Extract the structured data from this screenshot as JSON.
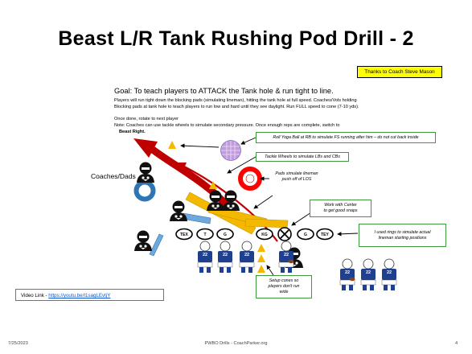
{
  "title": "Beast L/R Tank Rushing Pod Drill - 2",
  "thanks": "Thanks to Coach Steve Mason",
  "goal": "Goal:  To teach players to ATTACK the Tank hole & run tight to line.",
  "description": [
    "Players will run tight down the blocking pads (simulating lineman), hitting the tank hole at full speed.  Coaches/Vols holding",
    "Blocking pads at tank hole to teach players to run low and hard until they see daylight.  Run FULL speed to cone (7-10 yds)."
  ],
  "rotate": "Once done, rotate to next player",
  "note": [
    "Note:  Coaches can use tackle wheels to simulate secondary pressure.  Once enough reps are complete, switch to",
    "Beast Right."
  ],
  "callouts": {
    "yoga": "Roll Yoga Ball at RB to simulate FS running after him – do not cut back inside",
    "wheels": "Tackle Wheels to simulate LBs and CBs",
    "pads": [
      "Pads simulate lineman",
      "push off of LOS"
    ],
    "center": [
      "Work with Center",
      "to get good snaps"
    ],
    "rings": [
      "I used rings to simulate actual",
      "lineman starting positions"
    ],
    "cones": [
      "Setup cones so",
      "players don't run",
      "wide"
    ]
  },
  "coaches_label": "Coaches/Dads",
  "video": {
    "label": "Video Link  - ",
    "url": "https://youtu.be/I1sagLEvtjY"
  },
  "line_labels": [
    "TEX",
    "T",
    "G",
    "KG",
    "G",
    "TEY"
  ],
  "jerseys": {
    "backs": [
      "22",
      "22",
      "22",
      "22",
      "22"
    ],
    "line": [
      "22",
      "22",
      "22"
    ]
  },
  "footer": {
    "date": "7/25/2023",
    "center": "PWBO Drills - CoachParker.org",
    "page": "4"
  },
  "colors": {
    "route_red": "#c00000",
    "pad_orange": "#f5b800",
    "ring_blue": "#2e75b6",
    "jersey_blue": "#1f3f8f",
    "callout_border": "#3c9a3c",
    "ball_purple": "#c09bde",
    "tackle_wheel_red": "#ff0000"
  }
}
